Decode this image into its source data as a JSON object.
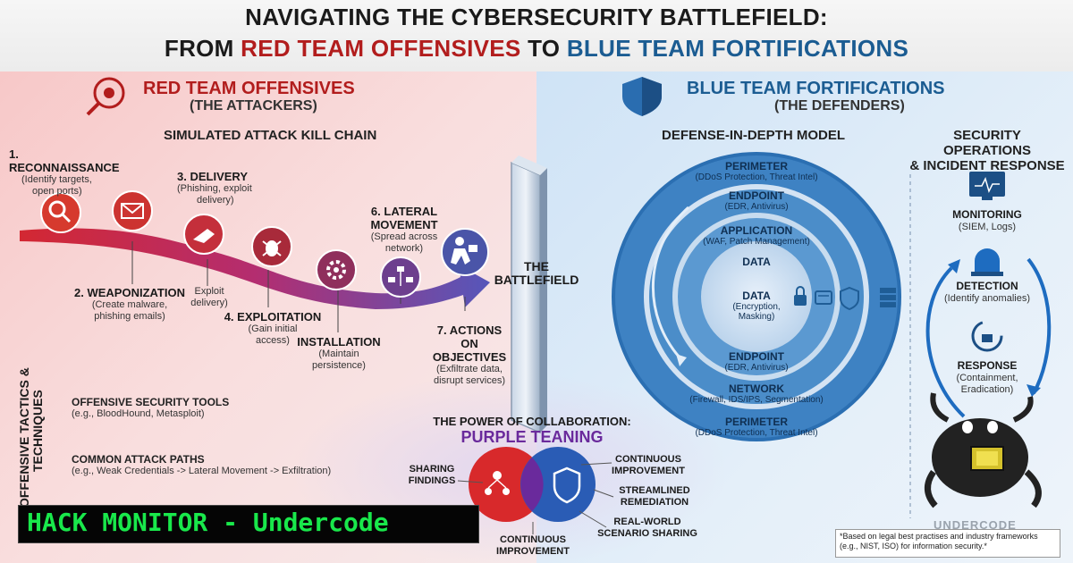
{
  "title": {
    "line1": "NAVIGATING THE CYBERSECURITY BATTLEFIELD:",
    "line2_prefix": "FROM ",
    "line2_red": "RED TEAM OFFENSIVES",
    "line2_mid": " TO ",
    "line2_blue": "BLUE TEAM FORTIFICATIONS"
  },
  "red": {
    "title": "RED TEAM OFFENSIVES",
    "subtitle": "(THE ATTACKERS)",
    "chain_heading": "SIMULATED ATTACK KILL CHAIN",
    "steps": [
      {
        "title": "1. RECONNAISSANCE",
        "desc1": "(Identify targets,",
        "desc2": "open ports)"
      },
      {
        "title": "2. WEAPONIZATION",
        "desc1": "(Create malware,",
        "desc2": "phishing emails)"
      },
      {
        "title": "3. DELIVERY",
        "desc1": "(Phishing, exploit",
        "desc2": "delivery)"
      },
      {
        "title": "4. EXPLOITATION",
        "desc1": "(Gain initial",
        "desc2": "access)"
      },
      {
        "title": "INSTALLATION",
        "desc1": "(Maintain",
        "desc2": "persistence)"
      },
      {
        "title_l1": "6. LATERAL",
        "title_l2": "MOVEMENT",
        "desc1": "(Spread across",
        "desc2": "network)"
      },
      {
        "title_l1": "7. ACTIONS",
        "title_l2": "ON",
        "title_l3": "OBJECTIVES",
        "desc1": "(Exfiltrate data,",
        "desc2": "disrupt services)"
      }
    ],
    "exploit_l1": "Exploit",
    "exploit_l2": "delivery)",
    "tactics_vertical_l1": "OFFENSIVE TACTICS &",
    "tactics_vertical_l2": "TECHNIQUES",
    "tools_title": "OFFENSIVE SECURITY TOOLS",
    "tools_desc": "(e.g., BloodHound, Metasploit)",
    "paths_title": "COMMON ATTACK PATHS",
    "paths_desc": "(e.g., Weak Credentials -> Lateral Movement -> Exfiltration)"
  },
  "battlefield": {
    "l1": "THE",
    "l2": "BATTLEFIELD"
  },
  "blue": {
    "title": "BLUE TEAM FORTIFICATIONS",
    "subtitle": "(THE DEFENDERS)",
    "did_heading": "DEFENSE-IN-DEPTH MODEL",
    "rings": {
      "perimeter_top": {
        "title": "PERIMETER",
        "desc": "(DDoS Protection, Threat Intel)"
      },
      "endpoint_top": {
        "title": "ENDPOINT",
        "desc": "(EDR, Antivirus)"
      },
      "application": {
        "title": "APPLICATION",
        "desc": "(WAF, Patch Management)"
      },
      "data_ring": {
        "title": "DATA"
      },
      "data_core": {
        "title": "DATA",
        "desc1": "(Encryption,",
        "desc2": "Masking)"
      },
      "endpoint_bottom": {
        "title": "ENDPOINT",
        "desc": "(EDR, Antivirus)"
      },
      "network": {
        "title": "NETWORK",
        "desc": "(Firewall, IDS/IPS, Segmentation)"
      },
      "perimeter_bottom": {
        "title": "PERIMETER",
        "desc": "(DDoS Protection, Threat Intel)"
      }
    },
    "soc_heading_l1": "SECURITY OPERATIONS",
    "soc_heading_l2": "& INCIDENT RESPONSE",
    "monitoring": {
      "title": "MONITORING",
      "desc": "(SIEM, Logs)"
    },
    "detection": {
      "title": "DETECTION",
      "desc": "(Identify anomalies)"
    },
    "response": {
      "title": "RESPONSE",
      "desc1": "(Containment,",
      "desc2": "Eradication)"
    }
  },
  "purple": {
    "heading": "THE POWER OF COLLABORATION:",
    "title": "PURPLE TEANING",
    "sharing_l1": "SHARING",
    "sharing_l2": "FINDINGS",
    "ci_bottom_l1": "CONTINUOUS",
    "ci_bottom_l2": "IMPROVEMENT",
    "ci_right_l1": "CONTINUOUS",
    "ci_right_l2": "IMPROVEMENT",
    "streamlined_l1": "STREAMLINED",
    "streamlined_l2": "REMEDIATION",
    "realworld_l1": "REAL-WORLD",
    "realworld_l2": "SCENARIO SHARING"
  },
  "logo_text": "UNDERCODE",
  "watermark": "HACK MONITOR - Undercode",
  "footnote": "*Based on legal best practises and industry frameworks (e.g., NIST, ISO) for information security.*",
  "colors": {
    "red": "#b21d1d",
    "blue": "#1b5c92",
    "purple": "#6a2a9c",
    "green": "#19e84b"
  }
}
